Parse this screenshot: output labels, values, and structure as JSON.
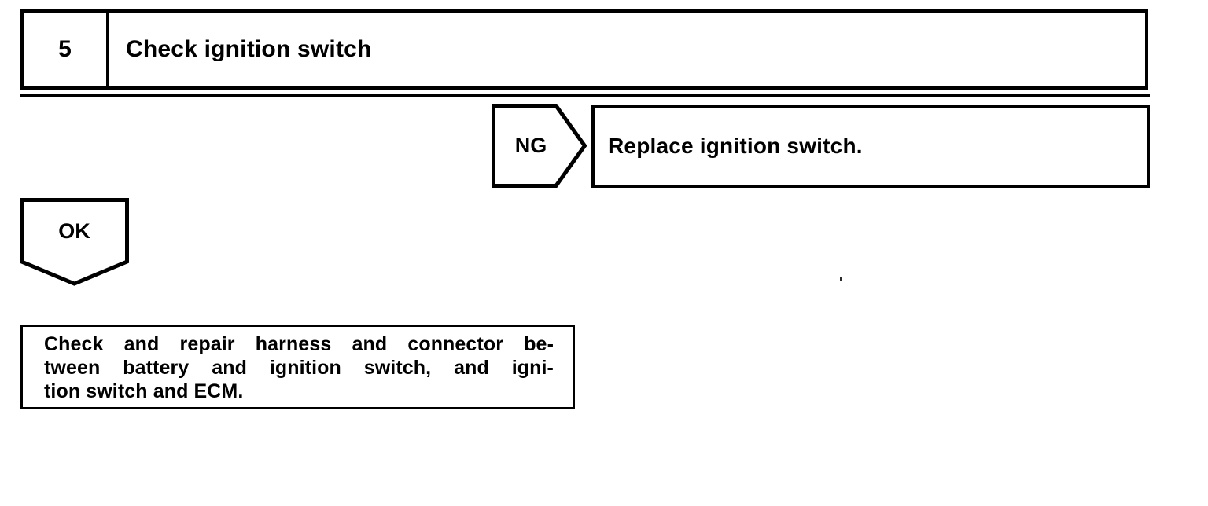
{
  "diagram": {
    "type": "troubleshooting-flowchart",
    "ink_color": "#000000",
    "background_color": "#ffffff"
  },
  "step": {
    "number": "5",
    "title": "Check ignition switch"
  },
  "branches": {
    "ng": {
      "label": "NG",
      "shape": "pentagon-right",
      "result": "Replace ignition switch."
    },
    "ok": {
      "label": "OK",
      "shape": "pentagon-down"
    }
  },
  "action": {
    "line1": "Check and repair harness and connector be-",
    "line2": "tween battery and ignition switch, and igni-",
    "line3": "tion switch and ECM.",
    "full_text": "Check and repair harness and connector between battery and ignition switch, and ignition switch and ECM."
  }
}
